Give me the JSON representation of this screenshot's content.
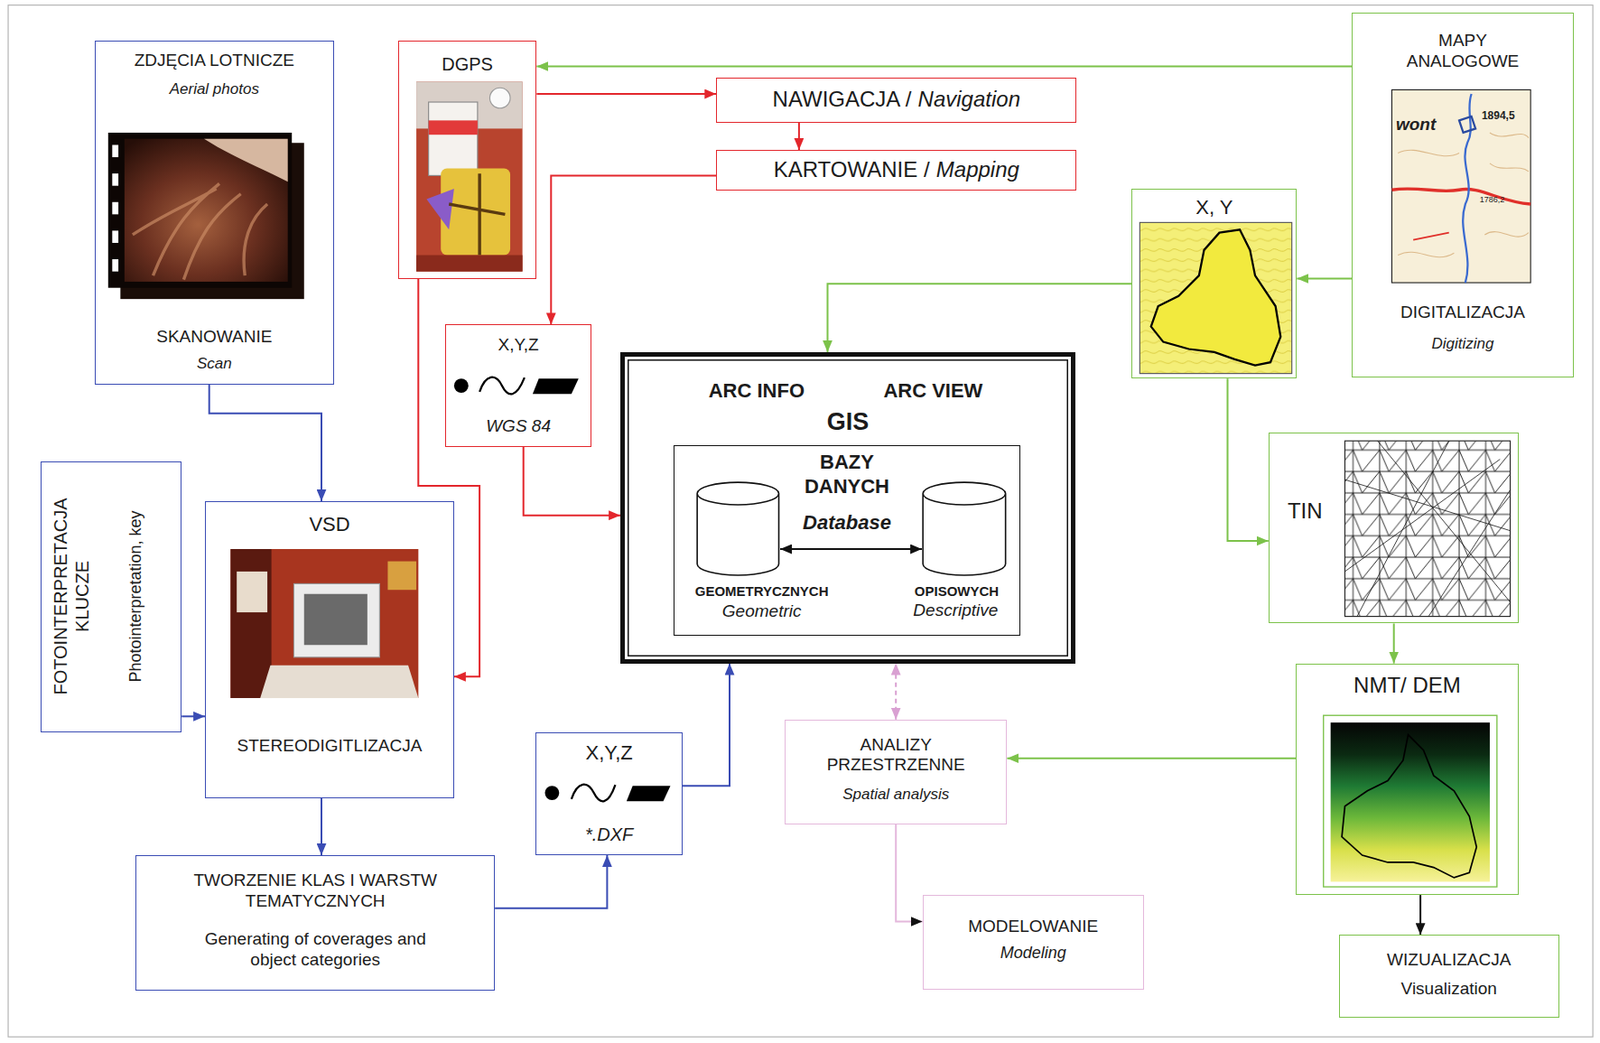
{
  "diagram": {
    "nodes": [
      {
        "text": [
          "ZDJĘCIA LOTNICZE",
          "Aerial photos",
          "SKANOWANIE",
          "Scan"
        ]
      },
      {
        "text": [
          "DGPS"
        ]
      },
      {
        "text": [
          "NAWIGACJA /",
          "Navigation"
        ]
      },
      {
        "text": [
          "KARTOWANIE /",
          "Mapping"
        ]
      },
      {
        "text": [
          "MAPY ANALOGOWE",
          "DIGITALIZACJA",
          "Digitizing"
        ]
      },
      {
        "text": [
          "X, Y"
        ]
      },
      {
        "text": [
          "X,Y,Z",
          "WGS 84"
        ]
      },
      {
        "text": [
          "ARC INFO",
          "ARC VIEW",
          "GIS"
        ]
      },
      {
        "text": [
          "BAZY DANYCH",
          "Database"
        ],
        "in": 7
      },
      {
        "text": [
          "GEOMETRYCZNYCH",
          "Geometric"
        ],
        "in": 8
      },
      {
        "text": [
          "OPISOWYCH",
          "Descriptive"
        ],
        "in": 8
      },
      {
        "text": [
          "FOTOINTERPRETACJA KLUCZE",
          "Photointerpretation, key"
        ]
      },
      {
        "text": [
          "VSD",
          "STEREODIGITLIZACJA"
        ]
      },
      {
        "text": [
          "TIN"
        ]
      },
      {
        "text": [
          "NMT/ DEM"
        ]
      },
      {
        "text": [
          "X,Y,Z",
          "*.DXF"
        ]
      },
      {
        "text": [
          "ANALIZY PRZESTRZENNE",
          "Spatial analysis"
        ]
      },
      {
        "text": [
          "TWORZENIE KLAS I WARSTW TEMATYCZNYCH",
          "Generating of coverages and object categories"
        ]
      },
      {
        "text": [
          "MODELOWANIE",
          "Modeling"
        ]
      },
      {
        "text": [
          "WIZUALIZACJA",
          "Visualization"
        ]
      }
    ],
    "edges": [
      {
        "from": 4,
        "to": 1,
        "arrow": "to"
      },
      {
        "from": 1,
        "to": 2,
        "arrow": "to"
      },
      {
        "from": 2,
        "to": 3,
        "arrow": "to"
      },
      {
        "from": 3,
        "to": 6,
        "arrow": "to"
      },
      {
        "from": 1,
        "to": 12,
        "arrow": "to"
      },
      {
        "from": 6,
        "to": 7,
        "arrow": "to"
      },
      {
        "from": 4,
        "to": 5,
        "arrow": "to"
      },
      {
        "from": 5,
        "to": 7,
        "arrow": "to"
      },
      {
        "from": 5,
        "to": 13,
        "arrow": "to"
      },
      {
        "from": 13,
        "to": 14,
        "arrow": "to"
      },
      {
        "from": 14,
        "to": 16,
        "arrow": "to"
      },
      {
        "from": 14,
        "to": 19,
        "arrow": "to"
      },
      {
        "from": 0,
        "to": 12,
        "arrow": "to"
      },
      {
        "from": 11,
        "to": 12,
        "arrow": "to"
      },
      {
        "from": 12,
        "to": 17,
        "arrow": "to"
      },
      {
        "from": 17,
        "to": 15,
        "arrow": "to"
      },
      {
        "from": 15,
        "to": 7,
        "arrow": "to"
      },
      {
        "from": 16,
        "to": 7,
        "arrow": "both"
      },
      {
        "from": 16,
        "to": 18,
        "arrow": "to"
      },
      {
        "from": 9,
        "to": 10,
        "arrow": "both"
      }
    ],
    "labels": [
      "wont",
      "1894,5",
      "1786,2"
    ]
  }
}
